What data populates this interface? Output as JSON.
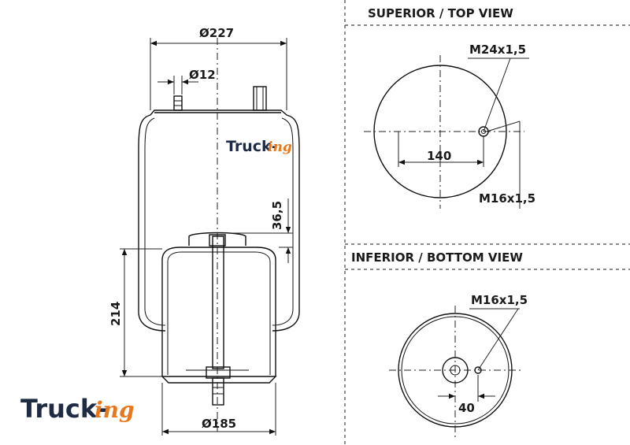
{
  "headings": {
    "top_view": "SUPERIOR / TOP VIEW",
    "bottom_view": "INFERIOR / BOTTOM VIEW"
  },
  "dimensions": {
    "outer_diameter": "Ø227",
    "stud_diameter": "Ø12",
    "height_offset": "36,5",
    "piston_height": "214",
    "piston_diameter": "Ø185",
    "top_stud_thread": "M24x1,5",
    "top_stud_spacing": "140",
    "top_air_thread": "M16x1,5",
    "bottom_thread": "M16x1,5",
    "bottom_offset": "40"
  },
  "logo": {
    "brand": "Truck-",
    "brand_suffix": "ing",
    "colors": {
      "dark": "#1f2a44",
      "accent": "#e8771e"
    }
  }
}
